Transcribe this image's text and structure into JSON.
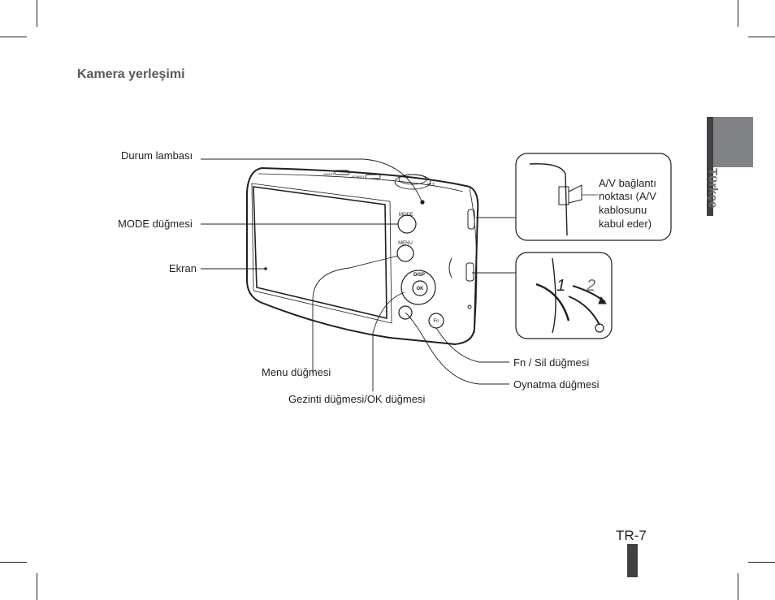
{
  "page": {
    "title": "Kamera yerleşimi",
    "language_tab": "Türkçe",
    "page_number": "TR-7"
  },
  "labels": {
    "status_light": "Durum lambası",
    "mode_button": "MODE düğmesi",
    "screen": "Ekran",
    "menu_button": "Menu düğmesi",
    "nav_ok_button": "Gezinti düğmesi/OK düğmesi",
    "fn_delete_button": "Fn / Sil düğmesi",
    "playback_button": "Oynatma düğmesi"
  },
  "av_callout": {
    "line1": "A/V bağlantı",
    "line2": "noktası (A/V",
    "line3": "kablosunu",
    "line4": "kabul eder)"
  },
  "camera_buttons": {
    "mode": "MODE",
    "menu": "MENU",
    "disp": "DISP",
    "ok": "OK",
    "fn": "Fn"
  },
  "strap_steps": {
    "step1": "1",
    "step2": "2"
  },
  "colors": {
    "text": "#231f20",
    "title": "#58595b",
    "tab": "#808285",
    "tab_dark": "#414042"
  }
}
